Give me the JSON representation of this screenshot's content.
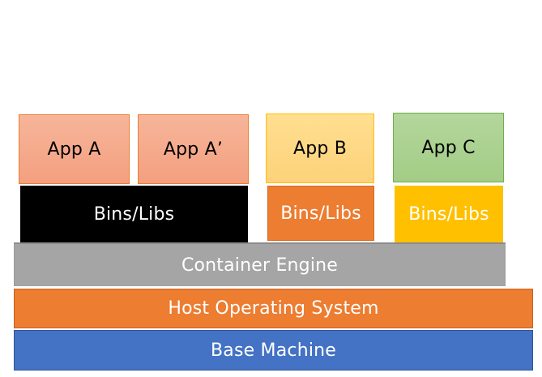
{
  "apps": {
    "app_a": "App A",
    "app_a_prime": "App A’",
    "app_b": "App B",
    "app_c": "App C"
  },
  "bins": {
    "a": "Bins/Libs",
    "b": "Bins/Libs",
    "c": "Bins/Libs"
  },
  "layers": {
    "container_engine": "Container Engine",
    "host_os": "Host Operating System",
    "base_machine": "Base Machine"
  },
  "colors": {
    "app_a": "#f4a582",
    "app_b": "#ffd97f",
    "app_c": "#a9d18e",
    "bins_a": "#000000",
    "bins_b": "#ed7d31",
    "bins_c": "#ffc000",
    "container_engine": "#a5a5a5",
    "host_os": "#ed7d31",
    "base_machine": "#4472c4"
  }
}
